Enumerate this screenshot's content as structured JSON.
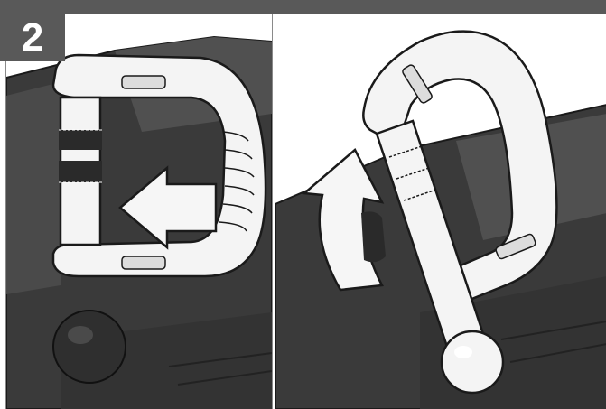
{
  "figure": {
    "step_number": "2",
    "panels": [
      {
        "id": "left",
        "illustration": "handle-slide-arrow"
      },
      {
        "id": "right",
        "illustration": "handle-rotate-arrow"
      }
    ],
    "colors": {
      "header_bar": "#595959",
      "tool_body": "#3a3a3a",
      "tool_body_highlight": "#5a5a5a",
      "handle": "#f4f4f4",
      "outline": "#1a1a1a"
    }
  }
}
